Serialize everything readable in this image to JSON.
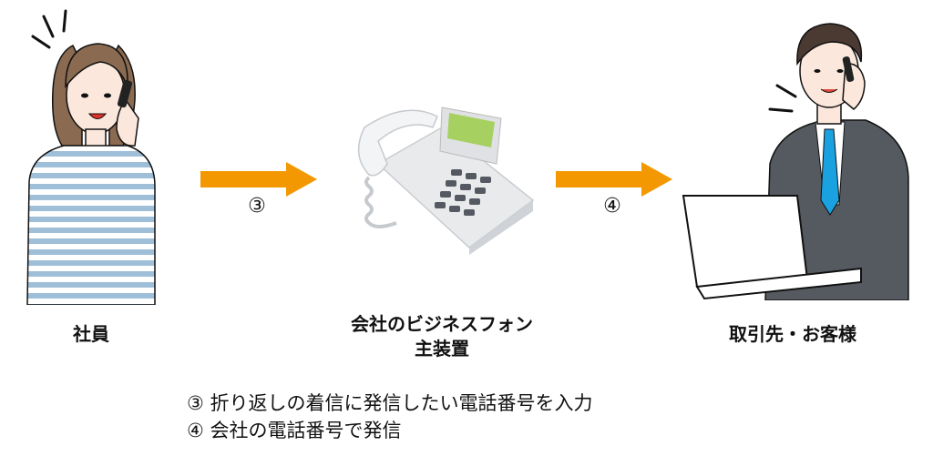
{
  "actors": {
    "employee": {
      "label": "社員"
    },
    "pbx": {
      "label_line1": "会社のビジネスフォン",
      "label_line2": "主装置"
    },
    "client": {
      "label": "取引先・お客様"
    }
  },
  "arrows": [
    {
      "step": "③"
    },
    {
      "step": "④"
    }
  ],
  "notes": [
    "③ 折り返しの着信に発信したい電話番号を入力",
    "④ 会社の電話番号で発信"
  ],
  "colors": {
    "arrow": "#f39800",
    "stripe": "#9fbfd8",
    "tie": "#1aa1e0",
    "suit": "#555a60",
    "screen": "#a6d060",
    "hair_woman": "#8a6a50",
    "skin": "#fbe7dc"
  }
}
